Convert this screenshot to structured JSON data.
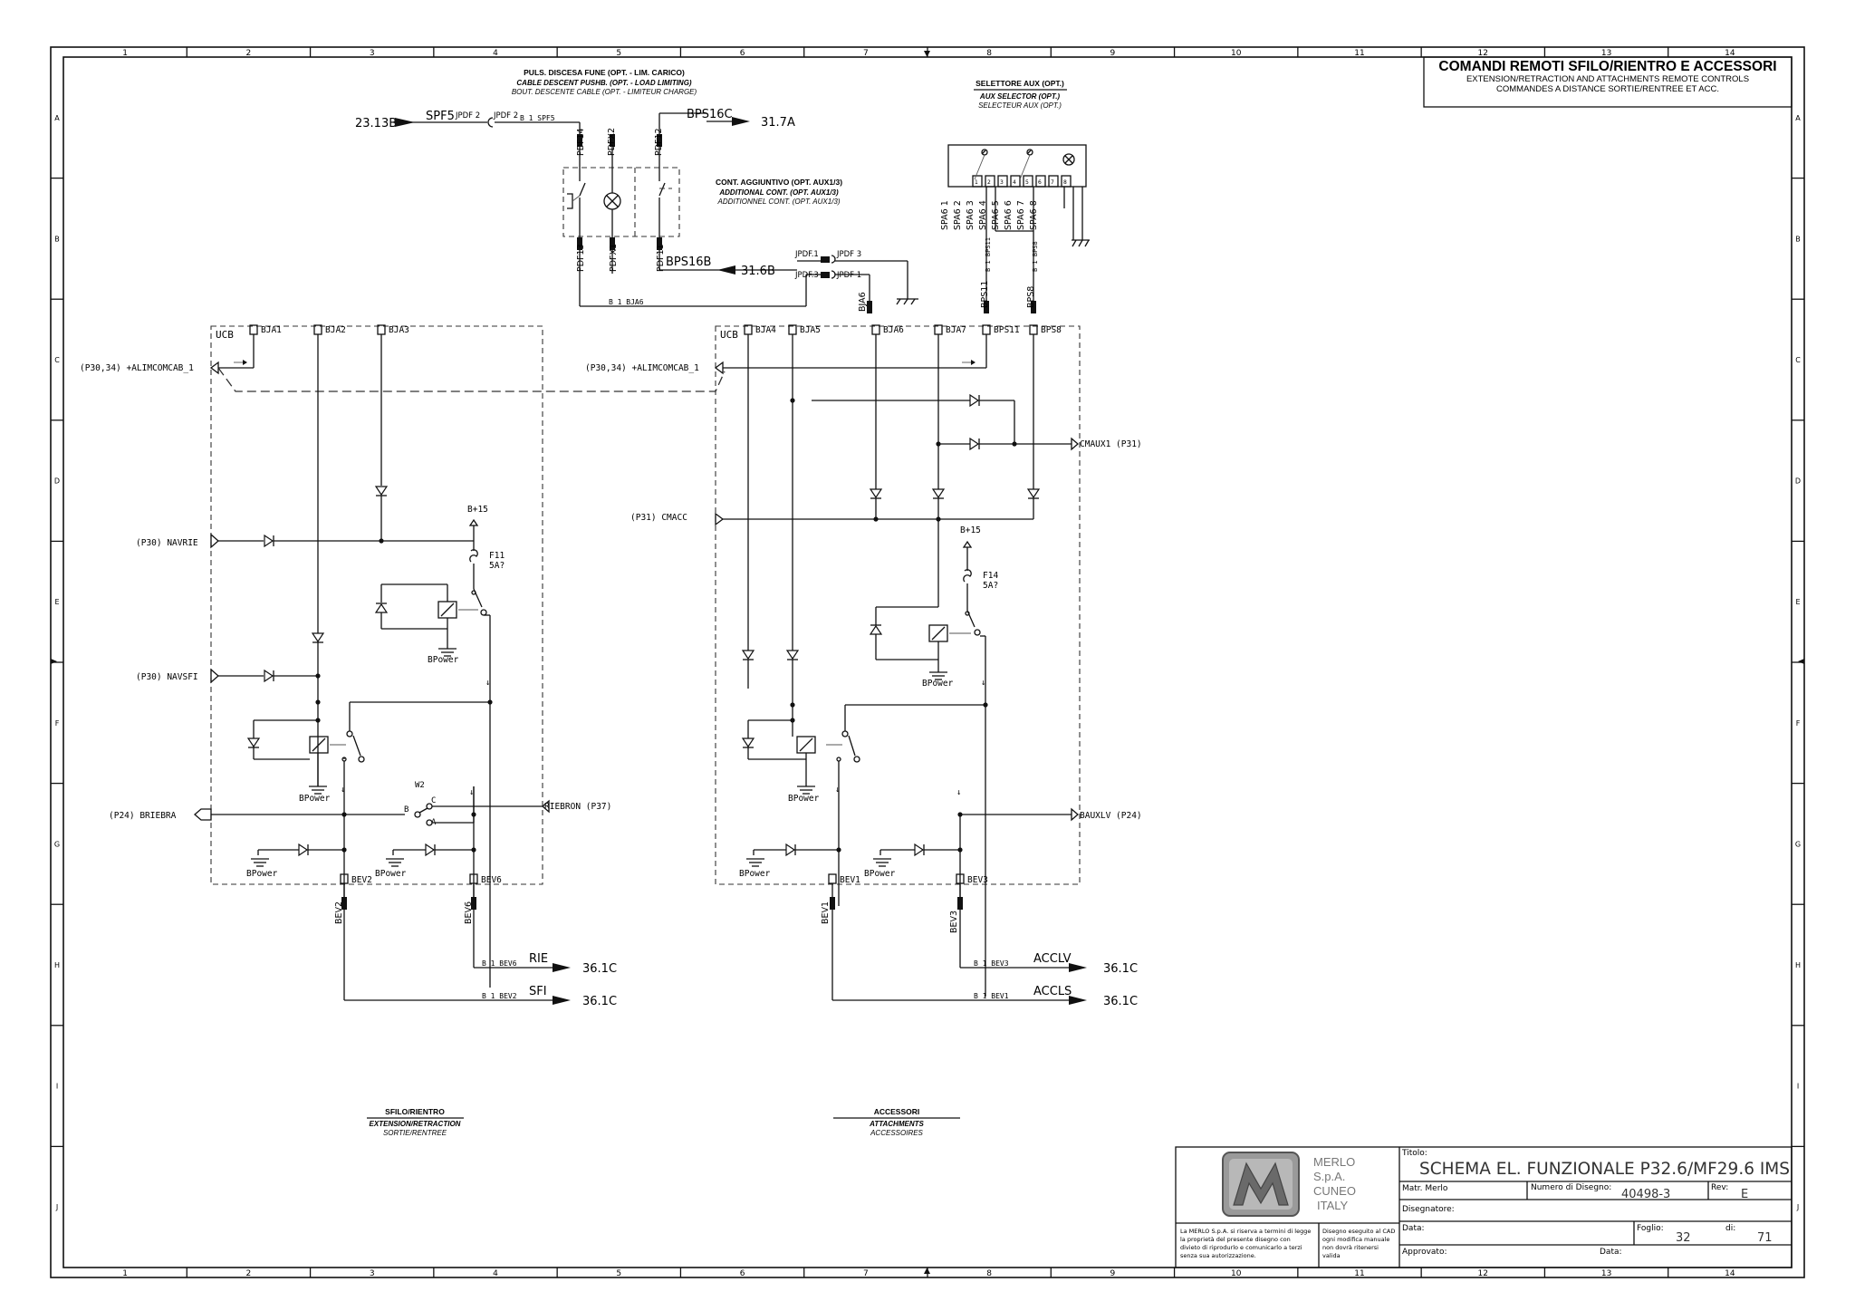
{
  "header": {
    "title": "COMANDI REMOTI SFILO/RIENTRO E ACCESSORI",
    "subtitle_en": "EXTENSION/RETRACTION AND ATTACHMENTS REMOTE CONTROLS",
    "subtitle_fr": "COMMANDES A DISTANCE SORTIE/RENTREE ET ACC."
  },
  "grid": {
    "columns": [
      "1",
      "2",
      "3",
      "4",
      "5",
      "6",
      "7",
      "8",
      "9",
      "10",
      "11",
      "12",
      "13",
      "14"
    ],
    "rows": [
      "A",
      "B",
      "C",
      "D",
      "E",
      "F",
      "G",
      "H",
      "I",
      "J"
    ]
  },
  "top_labels": {
    "pushbutton_it": "PULS. DISCESA FUNE (OPT. - LIM. CARICO)",
    "pushbutton_en": "CABLE DESCENT PUSHB. (OPT. - LOAD LIMITING)",
    "pushbutton_fr": "BOUT. DESCENTE CABLE (OPT. - LIMITEUR CHARGE)",
    "selector_it": "SELETTORE AUX (OPT.)",
    "selector_en": "AUX SELECTOR (OPT.)",
    "selector_fr": "SELECTEUR AUX (OPT.)",
    "contact_it": "CONT. AGGIUNTIVO (OPT. AUX1/3)",
    "contact_en": "ADDITIONAL CONT. (OPT. AUX1/3)",
    "contact_fr": "ADDITIONNEL CONT. (OPT. AUX1/3)"
  },
  "connectors": {
    "ref_2313b": "23.13B",
    "spf5": "SPF5",
    "jpdf2a": "JPDF 2",
    "jpdf2b": "JPDF 2",
    "wire_b1_spf5": "B 1 SPF5",
    "bps16c": "BPS16C",
    "ref_317a": "31.7A",
    "pdf14": "PDF14",
    "pdfx2": "PDFX2",
    "pdf12": "PDF12",
    "pdf13": "PDF13",
    "pdfx1": "PDFX1",
    "pdf11": "PDF11",
    "bps16b": "BPS16B",
    "ref_316b": "31.6B",
    "jpdf1a": "JPDF.1",
    "jpdf3a": "JPDF 3",
    "jpdf3b": "JPDF.3",
    "jpdf1b": "JPDF 1",
    "wire_b1_bja6": "B 1 BJA6",
    "bja6": "BJA6",
    "bps11": "BPS11",
    "bps8": "BPS8",
    "wire_bps11": "B 1 BPS11",
    "wire_bps8": "B 1 BPS8",
    "spa6": [
      "SPA6 1",
      "SPA6 2",
      "SPA6 3",
      "SPA6 4",
      "SPA6 5",
      "SPA6 6",
      "SPA6 7",
      "SPA6 8"
    ],
    "sel_pins": [
      "1",
      "2",
      "3",
      "4",
      "5",
      "6",
      "7",
      "8"
    ]
  },
  "left_block": {
    "ucb": "UCB",
    "pins_top": [
      "BJA1",
      "BJA2",
      "BJA3"
    ],
    "alim": "(P30,34) +ALIMCOMCAB_1",
    "navrie": "(P30) NAVRIE",
    "navsfi": "(P30) NAVSFI",
    "briebra": "(P24) BRIEBRA",
    "riebron": "RIEBRON (P37)",
    "b15": "B+15",
    "fuse": "F11",
    "fuse_rating": "5A?",
    "bpower": "BPower",
    "w2": "W2",
    "sw_c": "C",
    "sw_b": "B",
    "sw_a": "A",
    "pins_bottom": [
      "BEV2",
      "BEV6"
    ],
    "bev2": "BEV2",
    "bev6": "BEV6",
    "rie": "RIE",
    "sfi": "SFI",
    "ref_361c": "36.1C",
    "wire_bev6": "B 1 BEV6",
    "wire_bev2": "B 1 BEV2",
    "footer_it": "SFILO/RIENTRO",
    "footer_en": "EXTENSION/RETRACTION",
    "footer_fr": "SORTIE/RENTREE"
  },
  "right_block": {
    "ucb": "UCB",
    "pins_top": [
      "BJA4",
      "BJA5",
      "BJA6",
      "BJA7",
      "BPS11",
      "BPS8"
    ],
    "alim": "(P30,34) +ALIMCOMCAB_1",
    "cmaux1": "CMAUX1 (P31)",
    "cmacc": "(P31) CMACC",
    "b15": "B+15",
    "fuse": "F14",
    "fuse_rating": "5A?",
    "bpower": "BPower",
    "bauxlv": "BAUXLV (P24)",
    "pins_bottom": [
      "BEV1",
      "BEV3"
    ],
    "bev1": "BEV1",
    "bev3": "BEV3",
    "acclv": "ACCLV",
    "accls": "ACCLS",
    "ref_361c": "36.1C",
    "wire_bev3": "B 1 BEV3",
    "wire_bev1": "B 1 BEV1",
    "footer_it": "ACCESSORI",
    "footer_en": "ATTACHMENTS",
    "footer_fr": "ACCESSOIRES"
  },
  "title_block": {
    "company_1": "MERLO",
    "company_2": "S.p.A.",
    "company_3": "CUNEO",
    "company_4": "ITALY",
    "titolo_label": "Titolo:",
    "titolo": "SCHEMA EL. FUNZIONALE P32.6/MF29.6 IMS",
    "matr": "Matr. Merlo",
    "numero_label": "Numero di Disegno:",
    "numero": "40498-3",
    "rev_label": "Rev:",
    "rev": "E",
    "disegnatore": "Disegnatore:",
    "data_label": "Data:",
    "foglio_label": "Foglio:",
    "foglio": "32",
    "di_label": "di:",
    "di": "71",
    "approvato": "Approvato:",
    "data2_label": "Data:",
    "legal_1": "La MERLO S.p.A. si riserva a termini di legge",
    "legal_2": "la proprietà del presente disegno con",
    "legal_3": "divieto di riprodurlo e comunicarlo a terzi",
    "legal_4": "senza sua autorizzazione.",
    "cad_1": "Disegno eseguito al CAD",
    "cad_2": "ogni modifica manuale",
    "cad_3": "non dovrà ritenersi",
    "cad_4": "valida"
  }
}
